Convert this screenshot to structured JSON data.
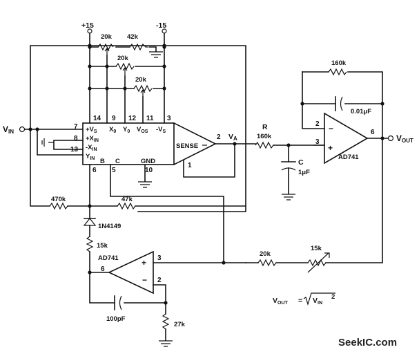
{
  "supply": {
    "pos": "+15",
    "neg": "-15"
  },
  "trim": {
    "r1": "20k",
    "r2": "42k",
    "r3": "20k",
    "r4": "20k"
  },
  "chip": {
    "pins": {
      "p14": "14",
      "p9": "9",
      "p12": "12",
      "p11": "11",
      "p3": "3",
      "p7": "7",
      "p8": "8",
      "p13": "13",
      "p6": "6",
      "p5": "5",
      "p10": "10",
      "p2": "2",
      "p1": "1"
    },
    "labels": {
      "vs_pos": "+V",
      "vs_pos_sub": "S",
      "x0": "X",
      "x0_sub": "0",
      "y0": "Y",
      "y0_sub": "0",
      "vos": "V",
      "vos_sub": "OS",
      "vs_neg": "-V",
      "vs_neg_sub": "S",
      "xin_pos": "+X",
      "xin_pos_sub": "IN",
      "xin_neg": "-X",
      "xin_neg_sub": "IN",
      "yin": "Y",
      "yin_sub": "IN",
      "b": "B",
      "c": "C",
      "gnd": "GND",
      "sense": "SENSE",
      "va": "V",
      "va_sub": "A"
    }
  },
  "input": {
    "vin": "V",
    "vin_sub": "IN"
  },
  "resistors": {
    "r_label": "R",
    "r_value": "160k",
    "r470": "470k",
    "r47": "47k",
    "r15": "15k",
    "r20": "20k",
    "rpot": "15k",
    "r27": "27k",
    "rfb": "160k"
  },
  "capacitors": {
    "c_label": "C",
    "c_value": "1μF",
    "c_fb": "0.01μF",
    "c_100": "100pF"
  },
  "diode": "1N4149",
  "opamp1": {
    "name": "AD741",
    "pin2": "2",
    "pin3": "3",
    "pin6": "6",
    "minus": "−",
    "plus": "+"
  },
  "opamp2": {
    "name": "AD741",
    "pin2": "2",
    "pin3": "3",
    "pin6": "6",
    "minus": "−",
    "plus": "+"
  },
  "output": {
    "vout": "V",
    "vout_sub": "OUT"
  },
  "formula": {
    "lhs": "V",
    "lhs_sub": "OUT",
    "eq": "=",
    "rhs": "V",
    "rhs_sub": "IN",
    "sup": "2"
  },
  "watermark": "SeekIC.com"
}
